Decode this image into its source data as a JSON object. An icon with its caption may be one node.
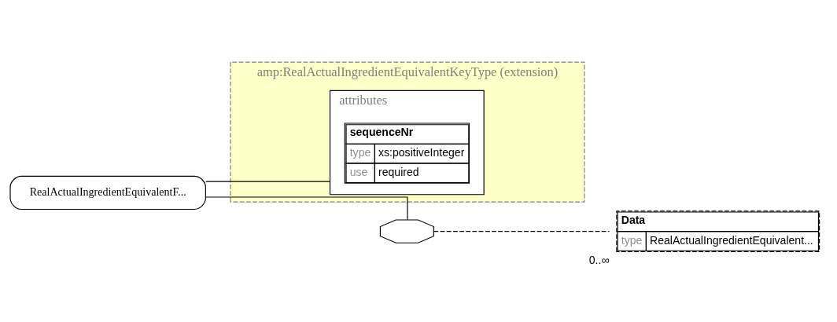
{
  "diagram": {
    "nodes": [
      {
        "text": [
          "RealActualIngredientEquivalentF..."
        ]
      },
      {
        "text": [
          "amp:RealActualIngredientEquivalentKeyType (extension)"
        ]
      },
      {
        "text": [
          "attributes"
        ],
        "in": 1
      },
      {
        "text": [
          "sequenceNr",
          "type",
          "xs:positiveInteger",
          "use",
          "required"
        ],
        "in": 2
      },
      {
        "text": [],
        "shape": "octagon"
      },
      {
        "text": [
          "Data",
          "type",
          "RealActualIngredientEquivalent..."
        ],
        "beside": [
          "0..∞"
        ]
      }
    ],
    "edges": [
      {
        "from": 0,
        "to": 2,
        "arrow": "none"
      },
      {
        "from": 0,
        "to": 4,
        "arrow": "none"
      },
      {
        "from": 4,
        "to": 5,
        "arrow": "none",
        "style": "dashed"
      }
    ]
  }
}
